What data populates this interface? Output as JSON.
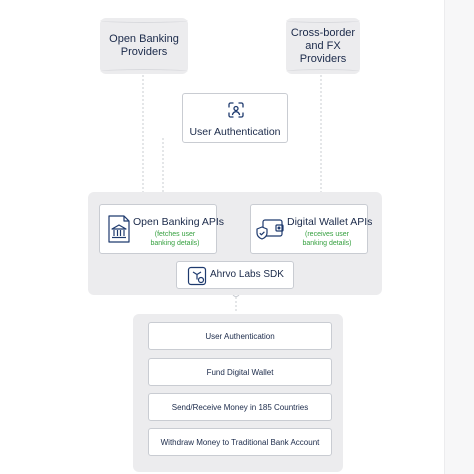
{
  "sources": {
    "open_banking": "Open Banking\nProviders",
    "cross_border": "Cross-border\nand FX\nProviders"
  },
  "auth": {
    "label": "User Authentication"
  },
  "apis": {
    "open_banking": {
      "title": "Open Banking APIs",
      "subtitle": "(fetches user\nbanking details)"
    },
    "digital_wallet": {
      "title": "Digital Wallet APIs",
      "subtitle": "(receives user\nbanking details)"
    }
  },
  "sdk": {
    "label": "Ahrvo Labs SDK"
  },
  "steps": [
    "User Authentication",
    "Fund Digital Wallet",
    "Send/Receive Money in 185 Countries",
    "Withdraw Money to Traditional Bank Account"
  ],
  "colors": {
    "accent_blue": "#1e3a6e",
    "subtitle_green": "#35a03f",
    "panel_gray": "#ececee"
  },
  "icons": {
    "auth": "face-scan-icon",
    "open_banking": "bank-document-icon",
    "wallet": "wallet-shield-icon",
    "sdk": "sdk-gear-icon"
  }
}
